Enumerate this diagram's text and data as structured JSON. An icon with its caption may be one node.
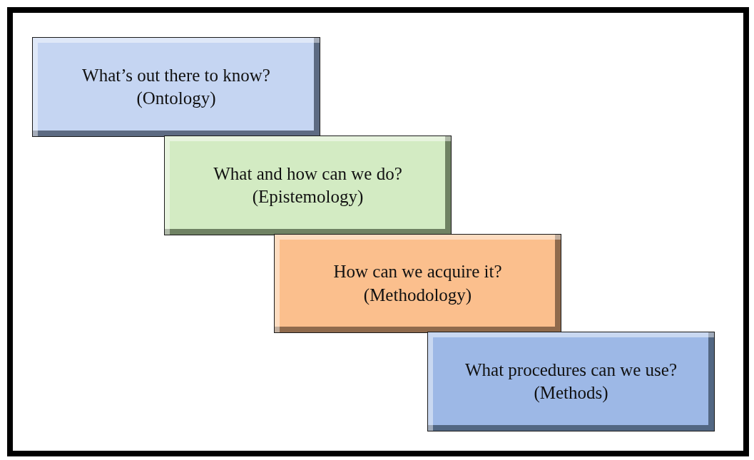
{
  "diagram": {
    "nodes": [
      {
        "text": [
          "What’s out there to know?",
          "(Ontology)"
        ]
      },
      {
        "text": [
          "What and how can we do?",
          "(Epistemology)"
        ]
      },
      {
        "text": [
          "How can we acquire it?",
          "(Methodology)"
        ]
      },
      {
        "text": [
          "What procedures can we use?",
          "(Methods)"
        ]
      }
    ]
  }
}
